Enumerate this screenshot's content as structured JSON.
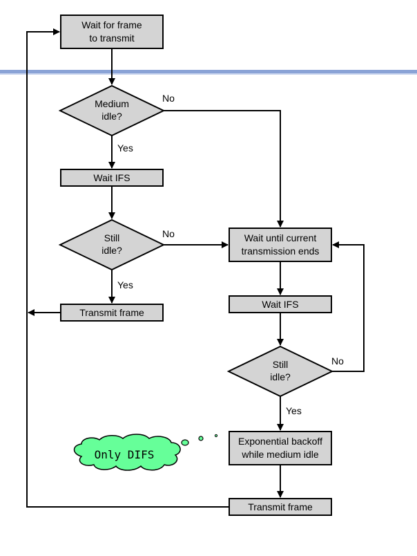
{
  "colors": {
    "box_fill": "#d4d4d4",
    "stroke": "#000000",
    "header_band": "#8aa3d6",
    "cloud_fill": "#66ff99"
  },
  "nodes": {
    "wait_frame": [
      "Wait for frame",
      "to transmit"
    ],
    "medium_idle": [
      "Medium",
      "idle?"
    ],
    "wait_ifs_1": [
      "Wait IFS"
    ],
    "still_idle_1": [
      "Still",
      "idle?"
    ],
    "transmit_1": [
      "Transmit frame"
    ],
    "wait_until": [
      "Wait until current",
      "transmission ends"
    ],
    "wait_ifs_2": [
      "Wait IFS"
    ],
    "still_idle_2": [
      "Still",
      "idle?"
    ],
    "backoff": [
      "Exponential backoff",
      "while medium idle"
    ],
    "transmit_2": [
      "Transmit frame"
    ]
  },
  "edge_labels": {
    "medium_no": "No",
    "medium_yes": "Yes",
    "still1_no": "No",
    "still1_yes": "Yes",
    "still2_no": "No",
    "still2_yes": "Yes"
  },
  "callout": {
    "text": "Only DIFS"
  }
}
